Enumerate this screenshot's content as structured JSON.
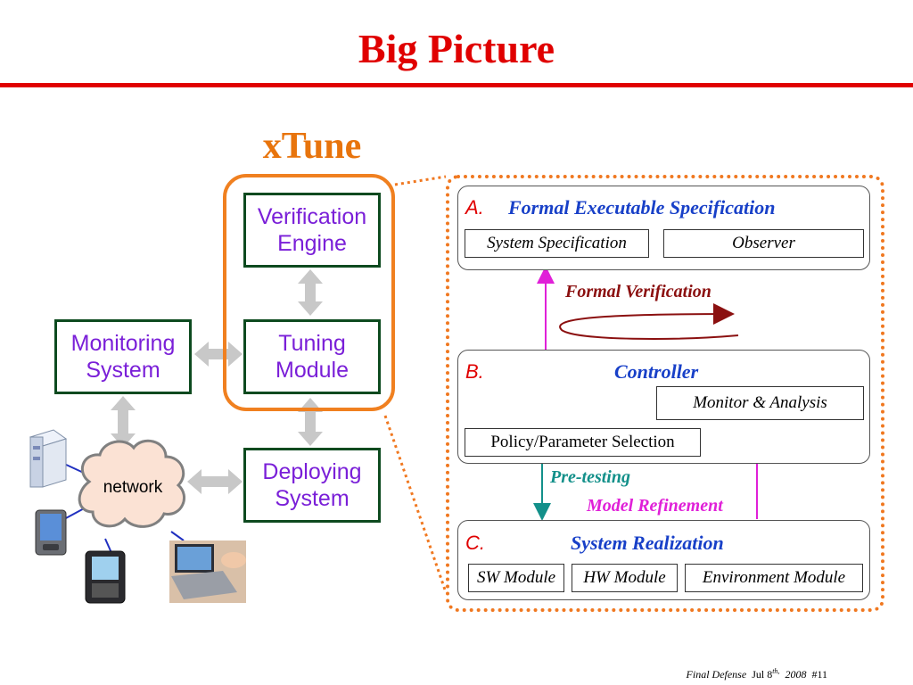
{
  "slide": {
    "title": "Big Picture",
    "xtune_label": "xTune",
    "footer": {
      "event": "Final Defense",
      "date": "Jul 8",
      "date_sup": "th,",
      "year": "2008",
      "page": "#11"
    }
  },
  "left": {
    "verification_engine": "Verification\nEngine",
    "tuning_module": "Tuning\nModule",
    "monitoring_system": "Monitoring\nSystem",
    "deploying_system": "Deploying\nSystem",
    "network": "network"
  },
  "right": {
    "section_a": {
      "letter": "A.",
      "title": "Formal Executable Specification",
      "boxes": [
        "System Specification",
        "Observer"
      ]
    },
    "formal_verification": "Formal Verification",
    "section_b": {
      "letter": "B.",
      "title": "Controller",
      "monitor": "Monitor & Analysis",
      "policy": "Policy/Parameter Selection"
    },
    "pre_testing": "Pre-testing",
    "model_refinement": "Model Refinement",
    "section_c": {
      "letter": "C.",
      "title": "System Realization",
      "boxes": [
        "SW Module",
        "HW Module",
        "Environment Module"
      ]
    }
  },
  "colors": {
    "title_red": "#e00000",
    "xtune_orange": "#e8740c",
    "box_green": "#0d4a1f",
    "box_text_purple": "#7a1fd8",
    "section_blue": "#1840c8",
    "fv_darkred": "#8b1010",
    "pretest_teal": "#13908a",
    "refine_magenta": "#e020d8"
  },
  "icons": [
    "server-icon",
    "pda-icon",
    "smartphone-icon",
    "laptop-photo-icon",
    "cloud-icon"
  ]
}
